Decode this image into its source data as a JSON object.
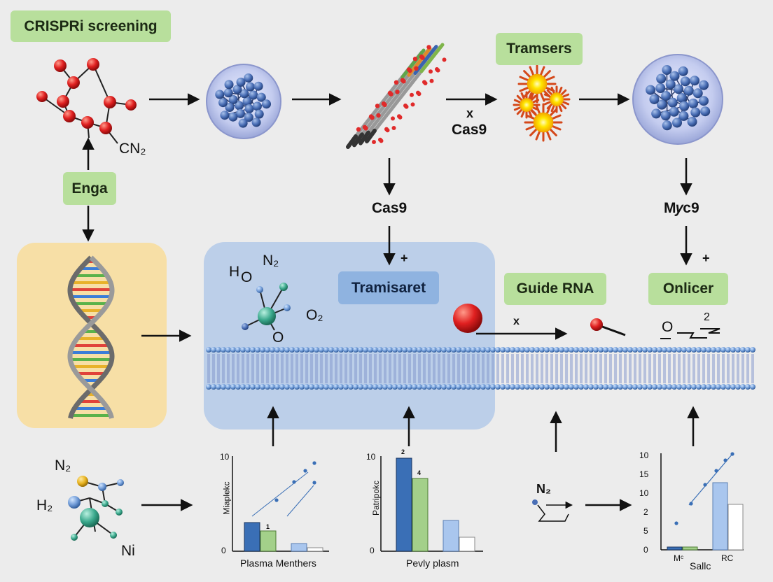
{
  "title": "CRISPRi screening",
  "tags": {
    "enga": "Enga",
    "tramsers": "Tramsers",
    "tramisaret": "Tramisaret",
    "guide_rna": "Guide RNA",
    "onlicer": "Onlicer"
  },
  "labels": {
    "cn2": "CN₂",
    "x_top": "x",
    "cas9_top": "Cas9",
    "cas9_mid": "Cas9",
    "plus_mid": "+",
    "myc9": "M𝑦c9",
    "plus_right": "+",
    "h_o": "H",
    "h_o_sub": "O",
    "n2_mid": "N₂",
    "o2": "O₂",
    "o_mid": "O",
    "x_mid": "x",
    "o_right": "O",
    "two_right": "2",
    "n2_left": "N₂",
    "h2_left": "H₂",
    "ni_left": "Ni",
    "n2_bottom": "N₂"
  },
  "charts": {
    "chart1": {
      "y_top": "10",
      "y_zero": "0",
      "ylabel": "Miaplekc",
      "xlabel": "Plasma Menthers",
      "bar_label": "1"
    },
    "chart2": {
      "y_top": "10",
      "y_zero": "0",
      "ylabel": "Patripokc",
      "xlabel": "Pevly plasm",
      "bar_label_a": "2",
      "bar_label_b": "4"
    },
    "chart3": {
      "ticks": [
        "10",
        "15",
        "10",
        "2",
        "5",
        "0"
      ],
      "cat_a": "Mᶜ",
      "cat_b": "RC",
      "xlabel": "Sallc"
    }
  }
}
